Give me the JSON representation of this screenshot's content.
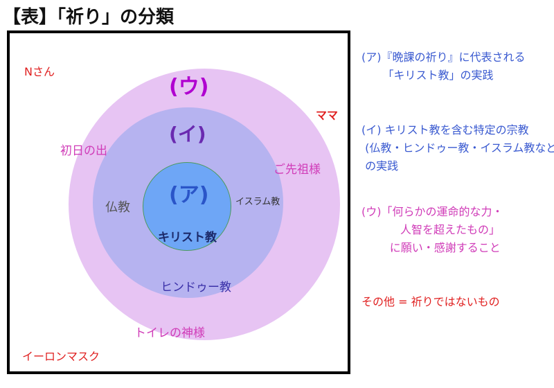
{
  "title": "【表】「祈り」の分類",
  "circles": {
    "outer_label": "(ウ)",
    "middle_label": "(イ)",
    "inner_label": "(ア)"
  },
  "inner_text": "キリスト教",
  "middle_texts": {
    "butsu": "仏教",
    "islam": "イスラム教",
    "hindu": "ヒンドゥー教"
  },
  "outer_texts": {
    "hatsuhinode": "初日の出",
    "sosen": "ご先祖様",
    "toilet": "トイレの神様"
  },
  "outside_texts": {
    "nsan": "Nさん",
    "mama": "ママ",
    "elon": "イーロンマスク"
  },
  "legend": {
    "a": "(ア)『晩課の祈り』に代表される\n      「キリスト教」の実践",
    "i": "(イ) キリスト教を含む特定の宗教\n (仏教・ヒンドゥー教・イスラム教など)\n の実践",
    "u": "(ウ)「何らかの運命的な力・\n           人智を超えたもの」\n        に願い・感謝すること",
    "other": "その他 = 祈りではないもの"
  },
  "colors": {
    "outer": "#e7c4f3",
    "middle": "#b6b3f0",
    "inner": "#6ea6f6",
    "accent_pink": "#d03cb8",
    "accent_red": "#e02020",
    "accent_blue": "#3a5ad0"
  }
}
